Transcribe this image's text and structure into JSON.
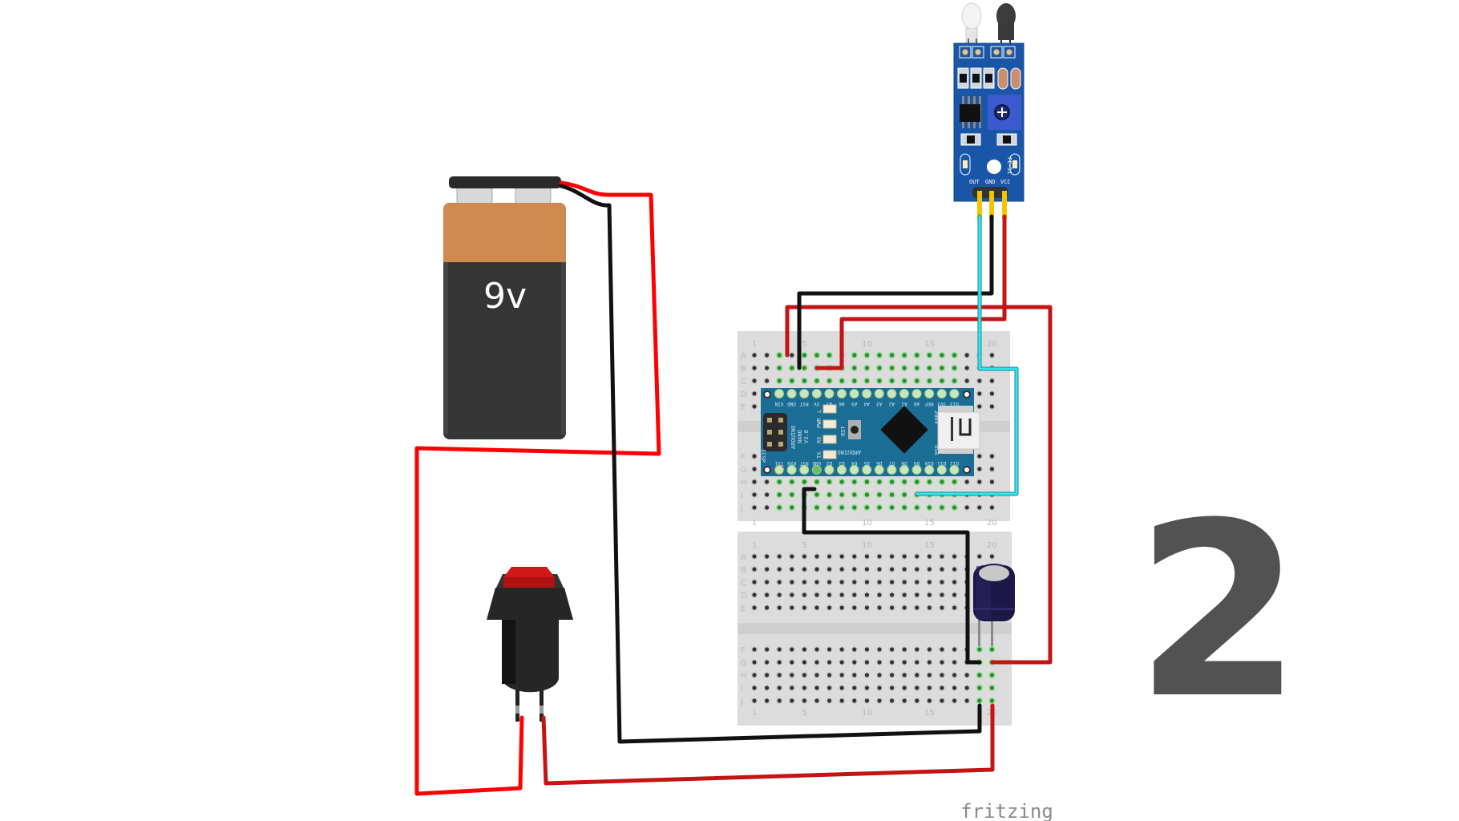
{
  "diagram": {
    "tool_logo": "fritzing",
    "step_number": "2",
    "colors": {
      "wire_red": "#ff0000",
      "wire_darkred": "#cc1111",
      "wire_black": "#111111",
      "wire_cyan": "#1ed6e0",
      "breadboard": "#dcdcdc",
      "nano_pcb": "#1a6e96",
      "sensor_pcb": "#1a56a8",
      "step_number": "#525252"
    }
  },
  "battery": {
    "label": "9v"
  },
  "ir_sensor": {
    "model": "FC-51",
    "pins": [
      "OUT",
      "GND",
      "VCC"
    ]
  },
  "breadboard_top": {
    "rows_top": [
      "A",
      "B",
      "C",
      "D",
      "E"
    ],
    "rows_bottom": [
      "F",
      "G",
      "H",
      "I",
      "J"
    ],
    "col_labels": [
      "1",
      "5",
      "10",
      "15",
      "20"
    ]
  },
  "breadboard_bottom": {
    "rows_top": [
      "A",
      "B",
      "C",
      "D",
      "E"
    ],
    "rows_bottom": [
      "F",
      "G",
      "H",
      "I",
      "J"
    ],
    "col_labels": [
      "1",
      "5",
      "10",
      "15",
      "20"
    ]
  },
  "arduino_nano": {
    "name_line1": "ARDUINO",
    "name_line2": "NANO",
    "name_line3": "V3.0",
    "site": "ARDUINO.CC",
    "year": "2009",
    "country": "USA",
    "header": "ICSP",
    "reset_label": "RST",
    "leds": [
      "L",
      "PWR",
      "RX",
      "TX"
    ],
    "top_pins": [
      "VIN",
      "GND",
      "RST",
      "5V",
      "A7",
      "A6",
      "A5",
      "A4",
      "A3",
      "A2",
      "A1",
      "A0",
      "REF",
      "3V3",
      "D13"
    ],
    "bottom_pins": [
      "TX1",
      "RX0",
      "RST",
      "GND",
      "D2",
      "D3",
      "D4",
      "D5",
      "D6",
      "D7",
      "D8",
      "D9",
      "D10",
      "D11",
      "D12"
    ]
  },
  "pushbutton": {
    "cap_color": "#d01818"
  },
  "capacitor": {
    "type": "electrolytic"
  }
}
